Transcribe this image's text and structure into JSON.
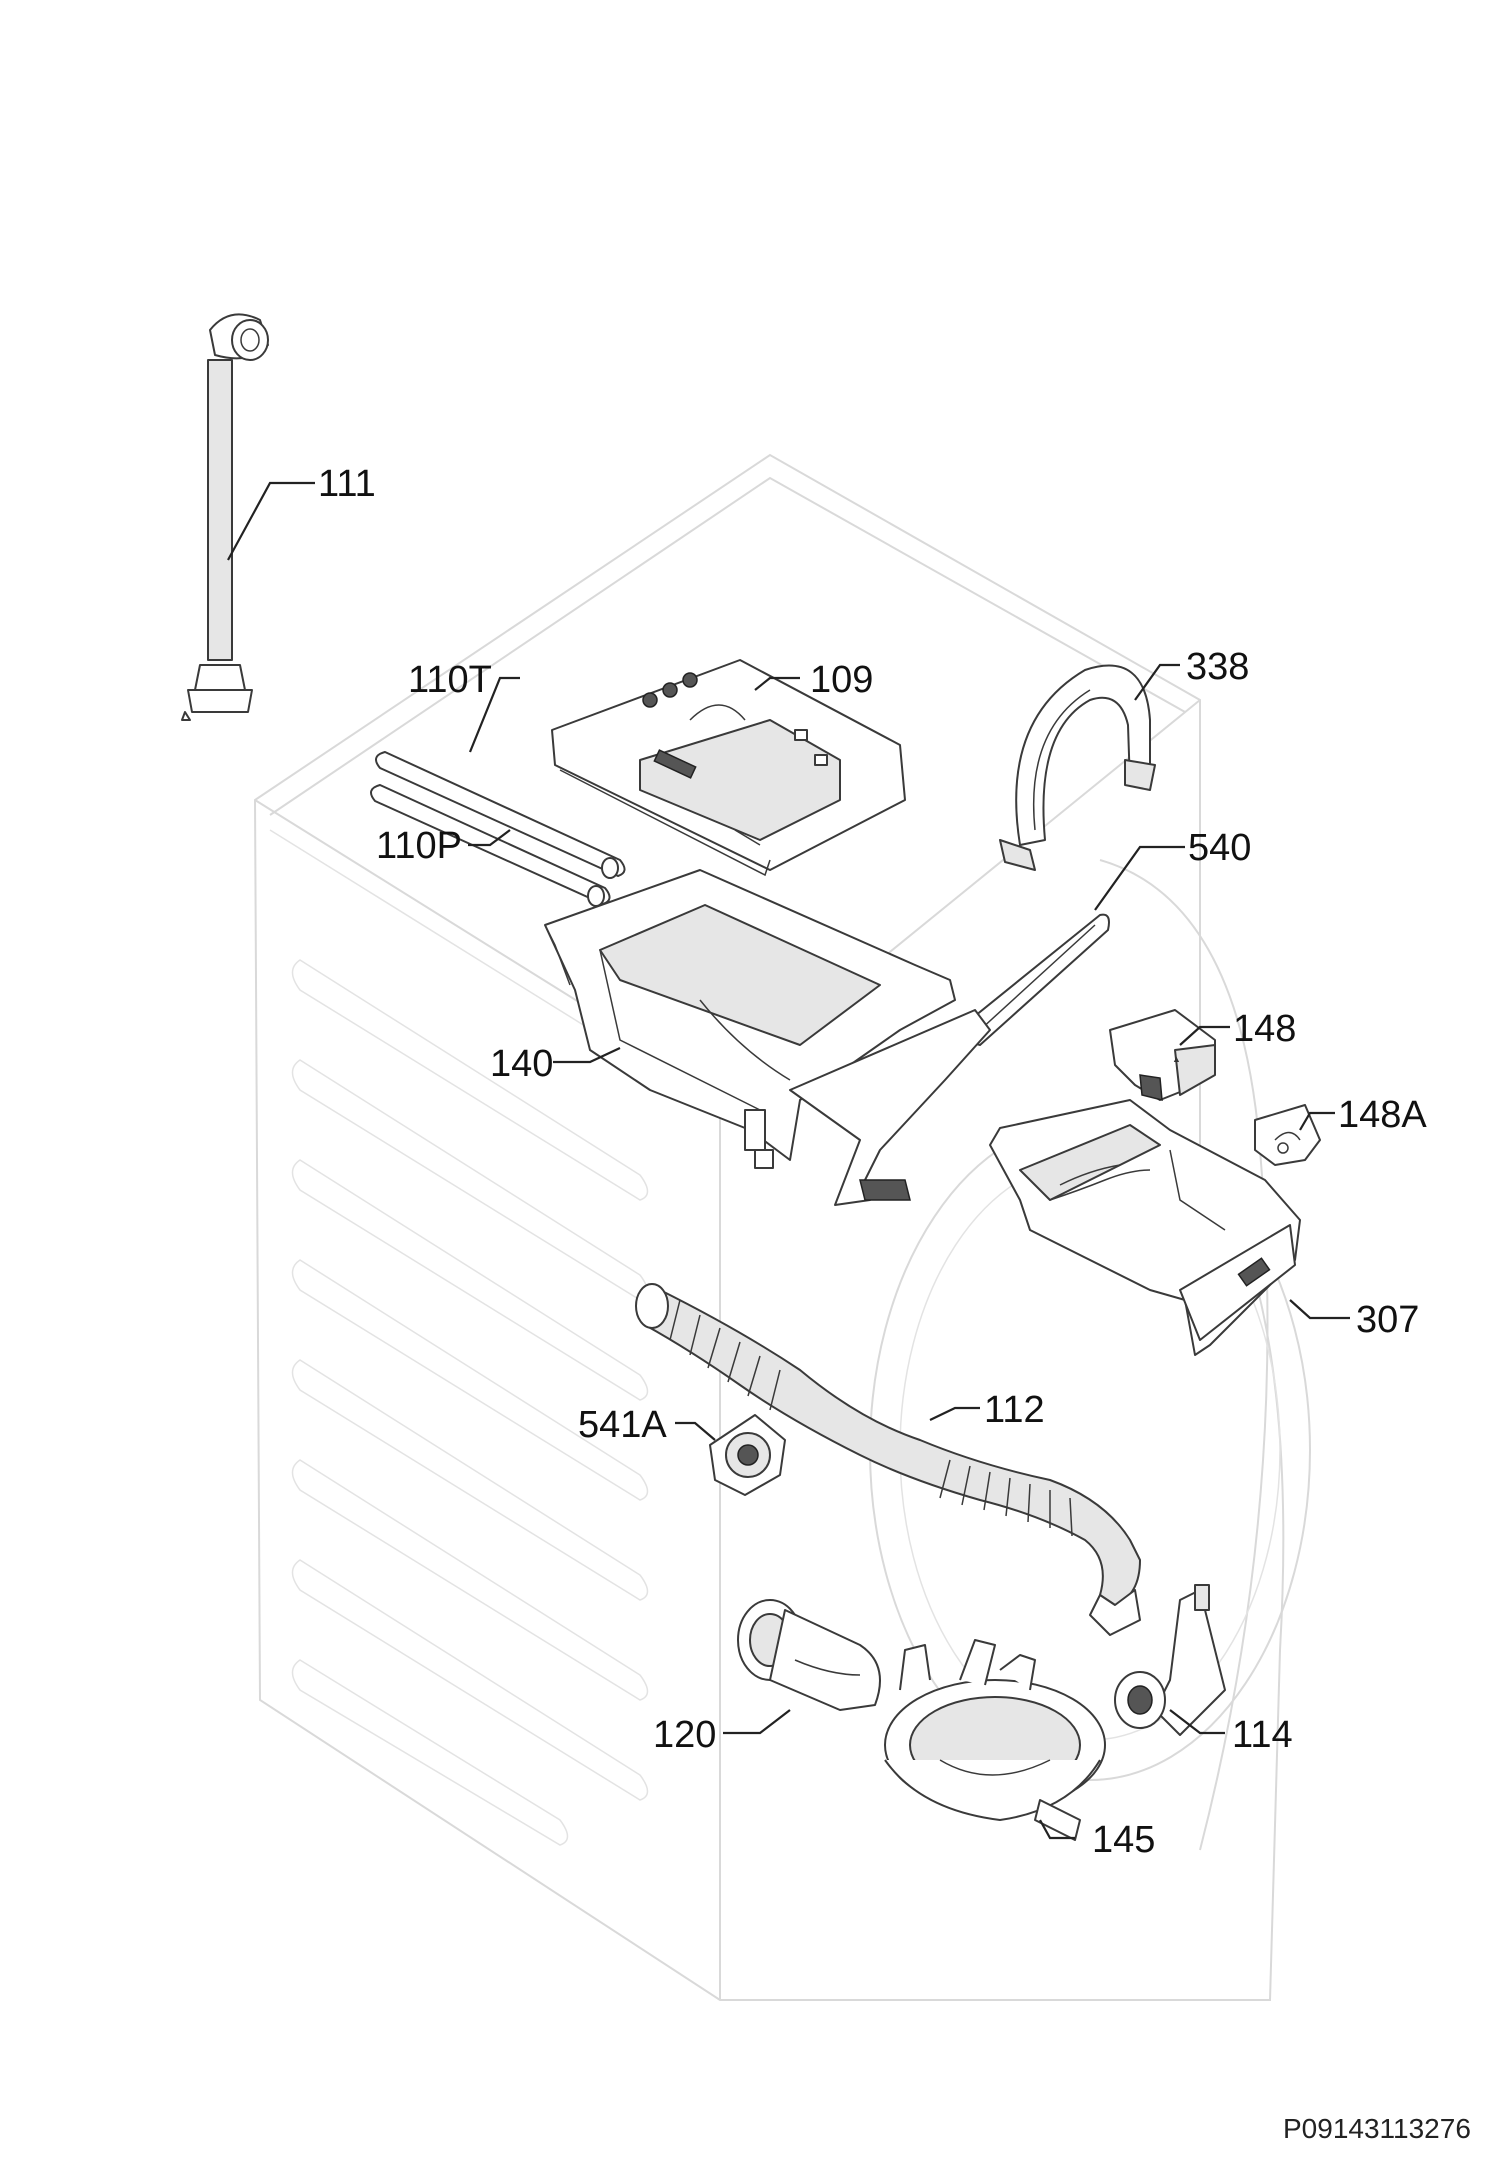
{
  "callouts": {
    "p111": "111",
    "p110T": "110T",
    "p109": "109",
    "p338": "338",
    "p110P": "110P",
    "p540": "540",
    "p140": "140",
    "p148": "148",
    "p148A": "148A",
    "p307": "307",
    "p541A": "541A",
    "p112": "112",
    "p120": "120",
    "p114": "114",
    "p145": "145"
  },
  "document_id": "P09143113276"
}
